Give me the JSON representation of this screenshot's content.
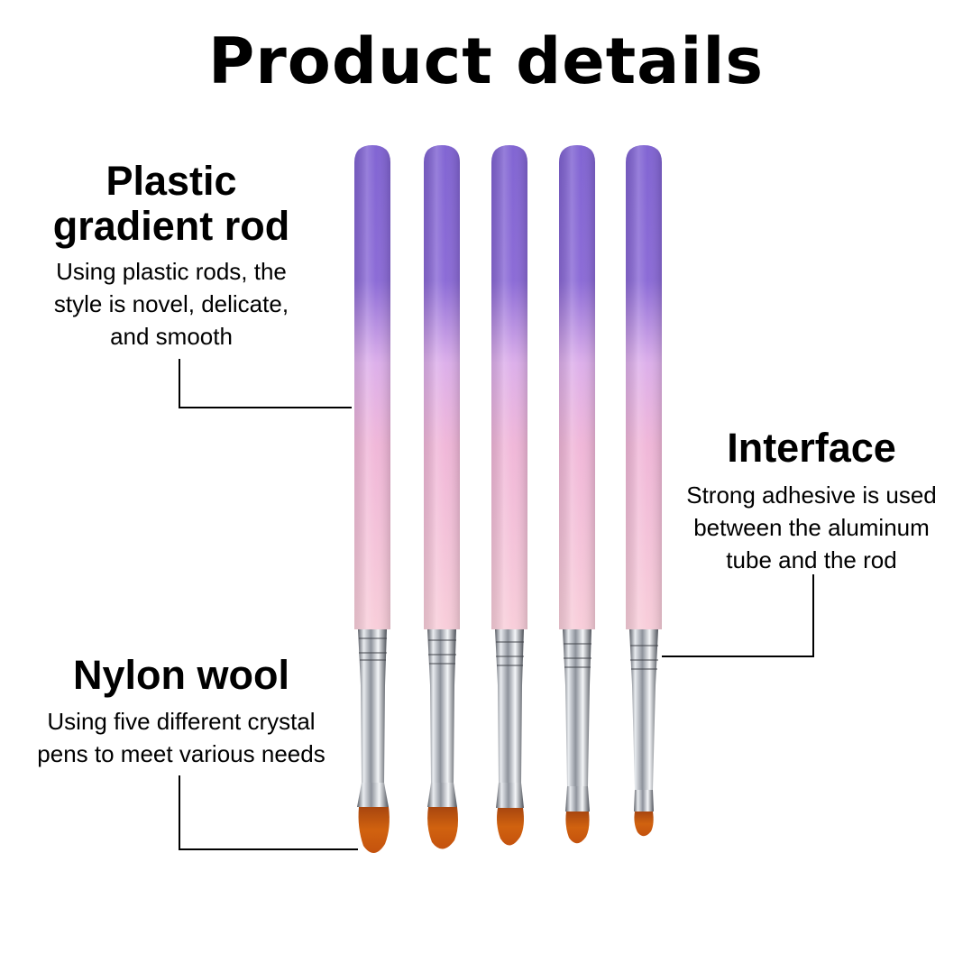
{
  "page": {
    "title": "Product details"
  },
  "callouts": {
    "plastic_rod": {
      "heading_line1": "Plastic",
      "heading_line2": "gradient rod",
      "description_lines": [
        "Using plastic rods, the",
        "style is novel, delicate,",
        "and smooth"
      ]
    },
    "nylon_wool": {
      "heading": "Nylon wool",
      "description_lines": [
        "Using five different crystal",
        "pens to meet various needs"
      ]
    },
    "interface": {
      "heading": "Interface",
      "description_lines": [
        "Strong adhesive is used",
        "between the aluminum",
        "tube and the rod"
      ]
    }
  },
  "colors": {
    "handle_top": "#7f62d2",
    "handle_mid": "#dcaeea",
    "handle_low": "#f3b8cf",
    "handle_bottom": "#f8cdd9",
    "ferrule": "#c9ccd2",
    "bristle": "#c4520e",
    "leader_line": "#000000"
  },
  "product": {
    "brush_count": 5
  }
}
